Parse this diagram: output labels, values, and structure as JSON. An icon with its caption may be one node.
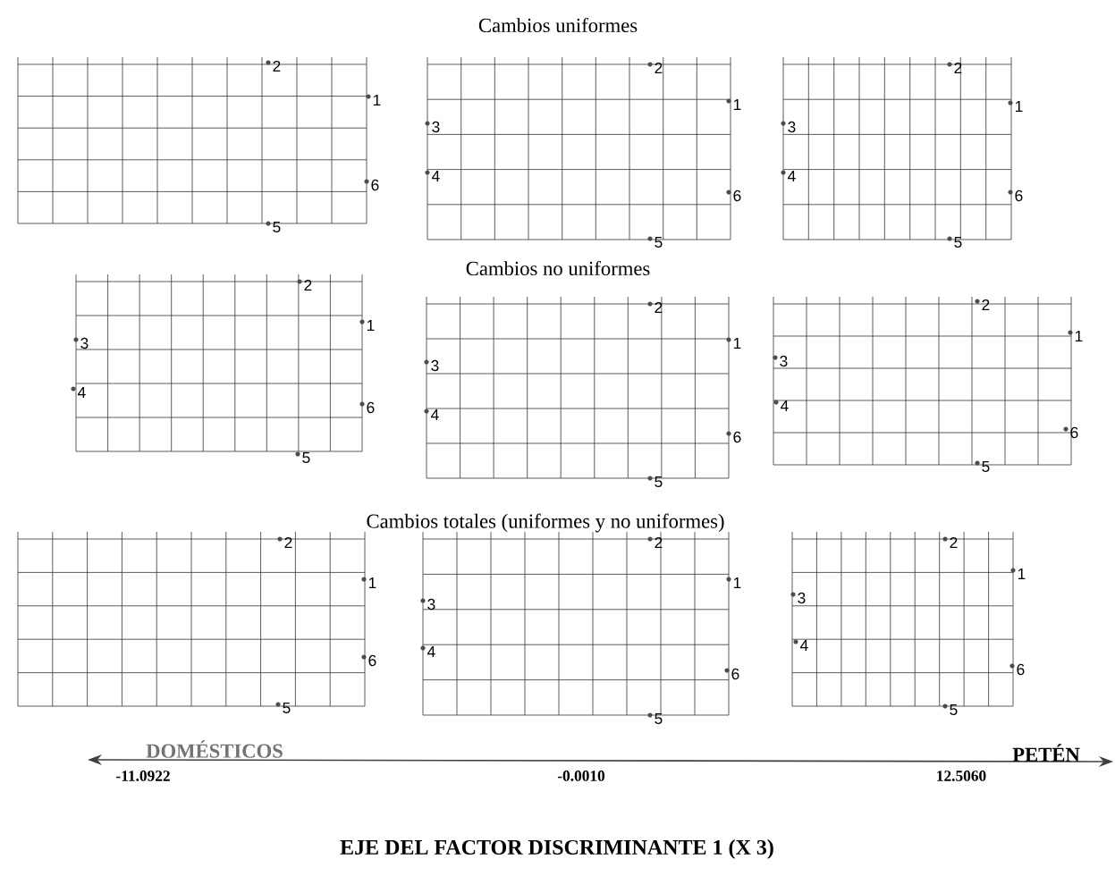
{
  "diagram": {
    "labels": [
      "Cambios uniformes",
      "2",
      "1",
      "6",
      "5",
      "2",
      "1",
      "3",
      "4",
      "6",
      "5",
      "2",
      "1",
      "3",
      "4",
      "6",
      "5",
      "Cambios no uniformes",
      "2",
      "1",
      "3",
      "4",
      "6",
      "5",
      "2",
      "1",
      "3",
      "4",
      "6",
      "5",
      "2",
      "1",
      "3",
      "4",
      "6",
      "5",
      "Cambios totales (uniformes y no uniformes)",
      "2",
      "1",
      "6",
      "5",
      "2",
      "1",
      "3",
      "4",
      "6",
      "5",
      "2",
      "1",
      "3",
      "4",
      "6",
      "5",
      "DOMÉSTICOS",
      "PETÉN",
      "-11.0922",
      "-0.0010",
      "12.5060",
      "EJE DEL FACTOR DISCRIMINANTE 1 (X 3)"
    ]
  }
}
